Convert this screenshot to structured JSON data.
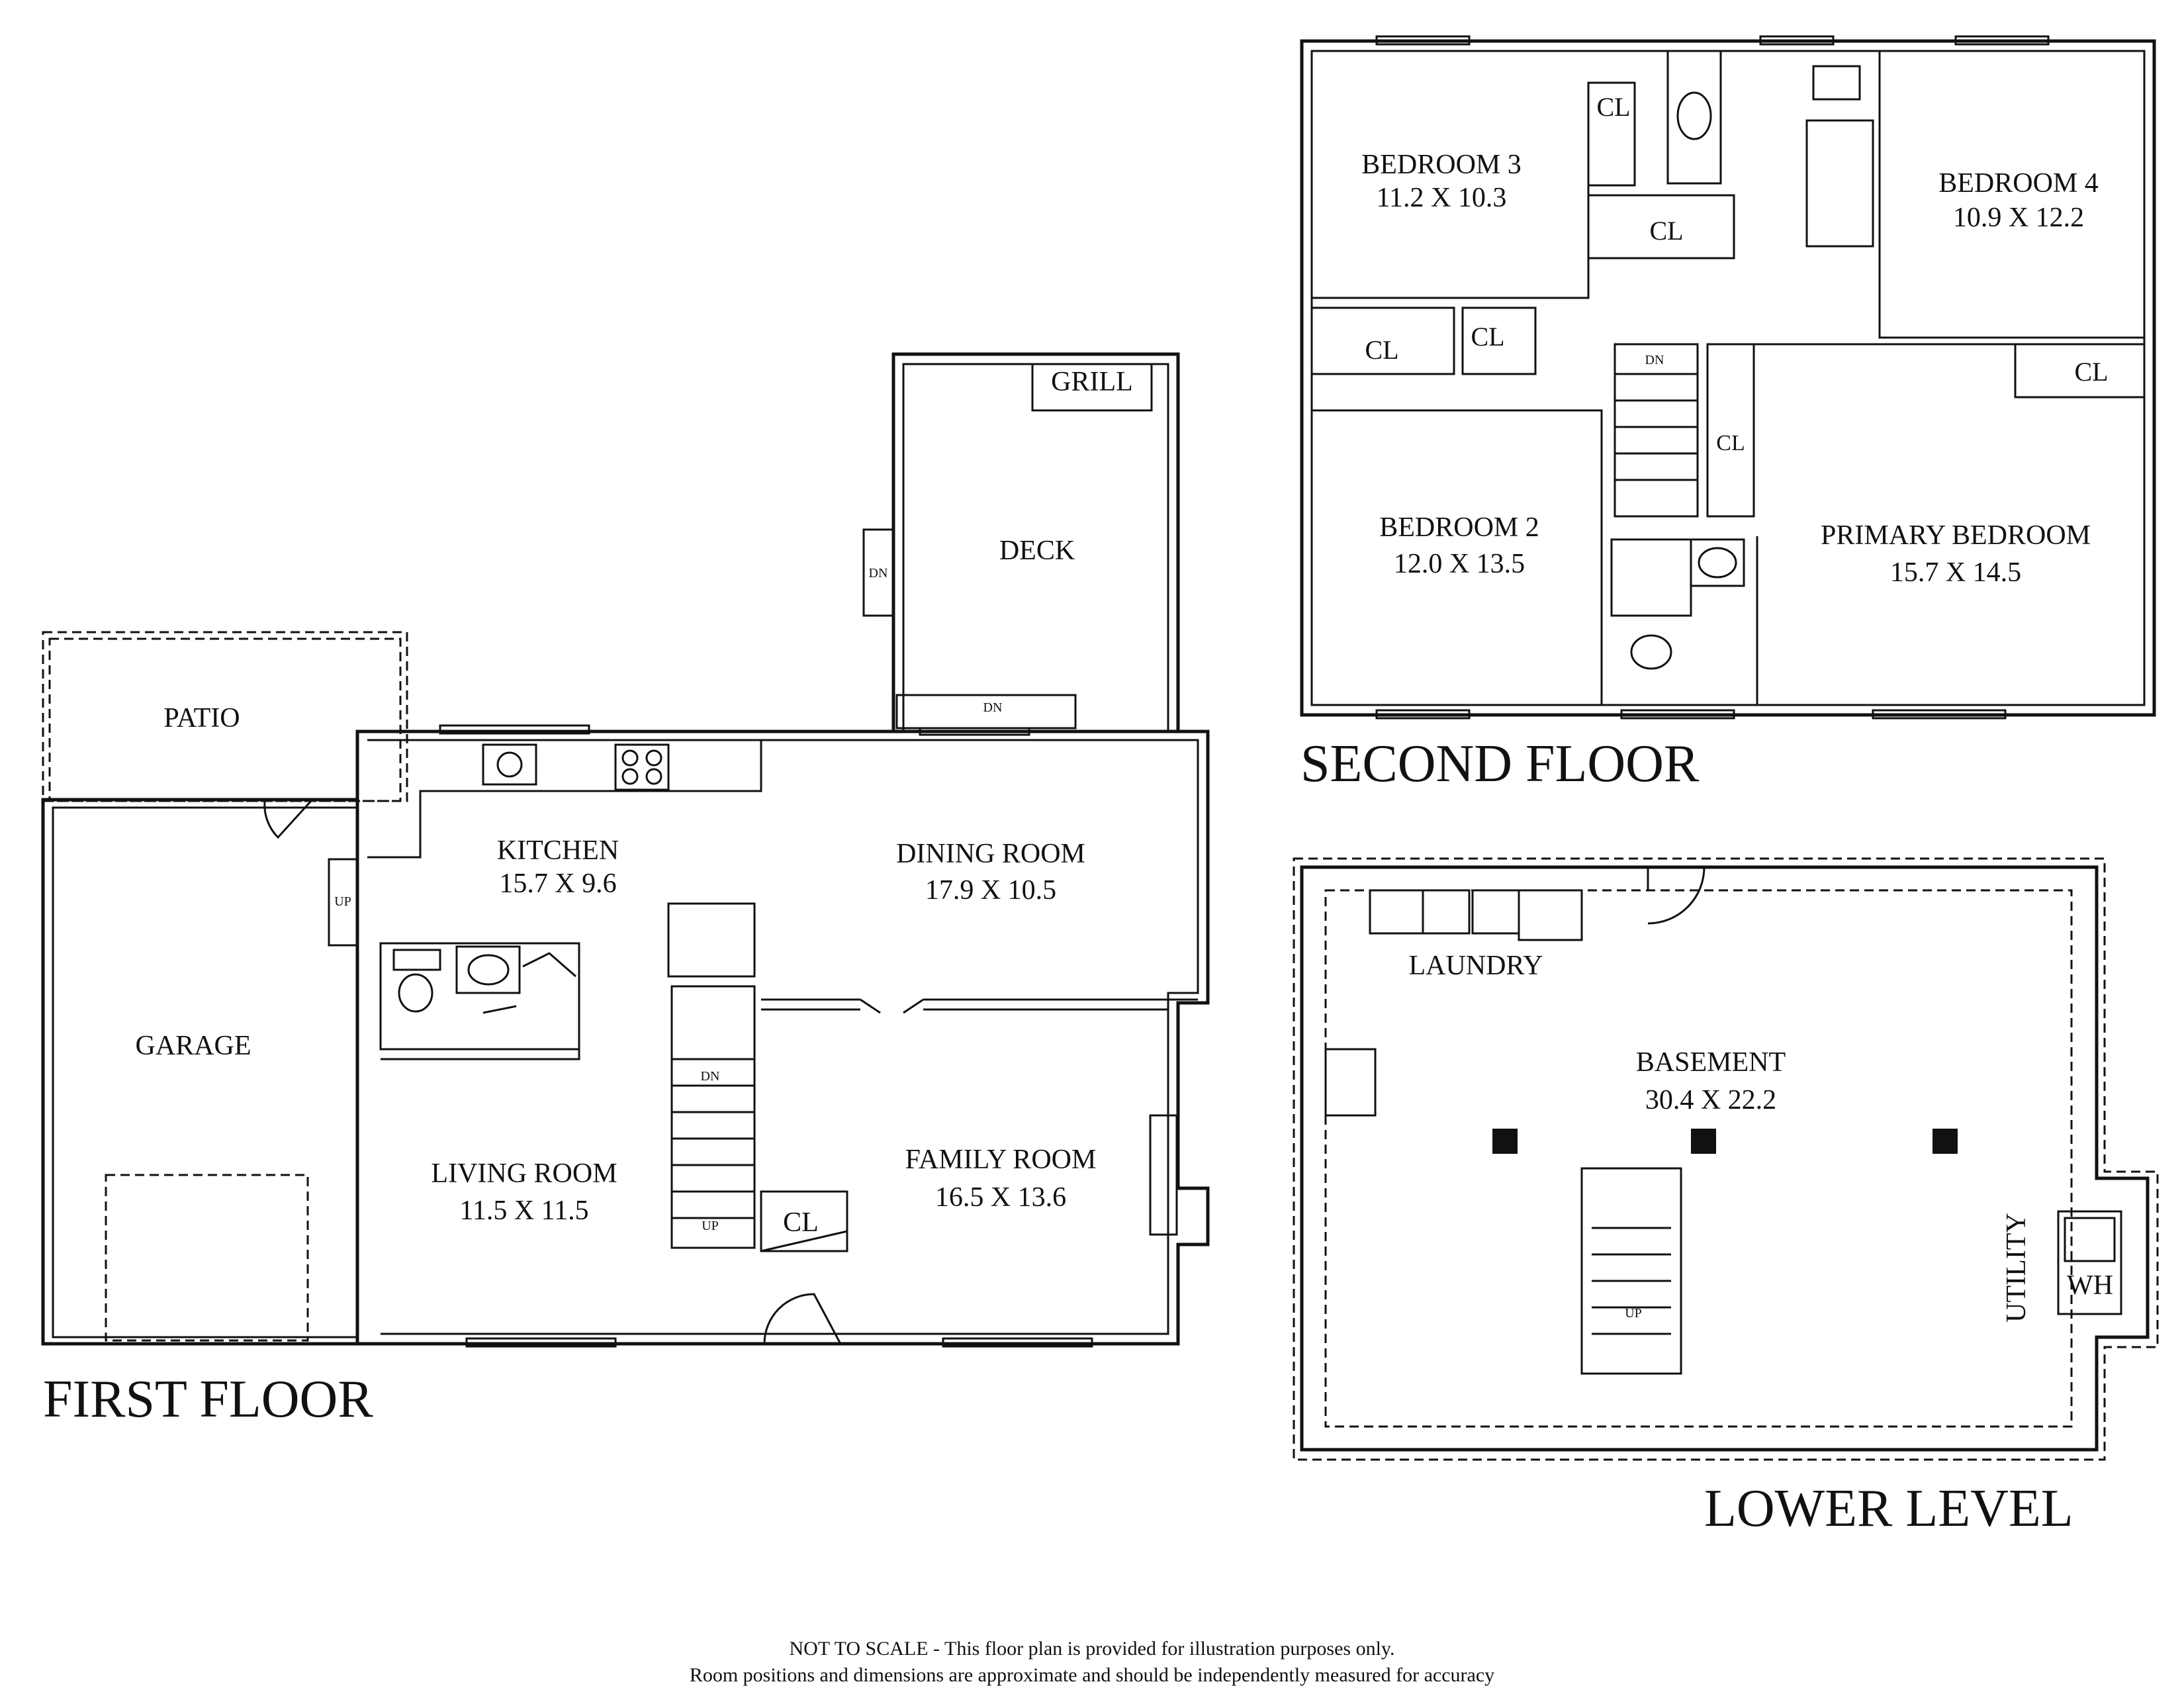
{
  "floors": {
    "first": "FIRST FLOOR",
    "second": "SECOND FLOOR",
    "lower": "LOWER LEVEL"
  },
  "first_floor": {
    "patio": "PATIO",
    "garage": "GARAGE",
    "up_garage": "UP",
    "kitchen_name": "KITCHEN",
    "kitchen_dim": "15.7 X 9.6",
    "dining_name": "DINING ROOM",
    "dining_dim": "17.9 X 10.5",
    "deck": "DECK",
    "grill": "GRILL",
    "deck_dn_side": "DN",
    "deck_dn_stair": "DN",
    "living_name": "LIVING ROOM",
    "living_dim": "11.5 X 11.5",
    "family_name": "FAMILY ROOM",
    "family_dim": "16.5 X 13.6",
    "closet": "CL",
    "stair_dn": "DN",
    "stair_up": "UP"
  },
  "second_floor": {
    "bed3_name": "BEDROOM 3",
    "bed3_dim": "11.2 X 10.3",
    "bed4_name": "BEDROOM 4",
    "bed4_dim": "10.9 X 12.2",
    "bed2_name": "BEDROOM 2",
    "bed2_dim": "12.0 X 13.5",
    "primary_name": "PRIMARY BEDROOM",
    "primary_dim": "15.7 X 14.5",
    "cl_bed3": "CL",
    "cl_hall": "CL",
    "cl_left": "CL",
    "cl_small": "CL",
    "cl_bed4": "CL",
    "cl_primary": "CL",
    "stair_dn": "DN"
  },
  "lower_level": {
    "laundry": "LAUNDRY",
    "basement_name": "BASEMENT",
    "basement_dim": "30.4 X 22.2",
    "utility": "UTILITY",
    "wh": "WH",
    "stair_up": "UP"
  },
  "disclaimer": {
    "line1": "NOT TO SCALE - This floor plan is provided for illustration purposes only.",
    "line2": "Room positions and dimensions are approximate and should be independently measured for accuracy"
  }
}
